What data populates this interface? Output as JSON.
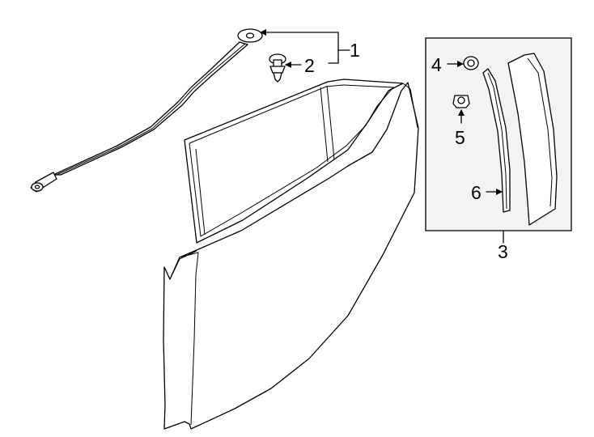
{
  "callouts": {
    "c1": "1",
    "c2": "2",
    "c3": "3",
    "c4": "4",
    "c5": "5",
    "c6": "6"
  },
  "colors": {
    "line": "#000000",
    "inset_fill": "#f3f3f3",
    "part_fill": "#ffffff"
  }
}
